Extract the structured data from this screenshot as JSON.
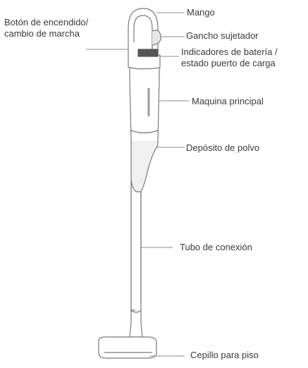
{
  "diagram": {
    "labels": {
      "power_button": [
        "Botón de encendido/",
        "cambio de marcha"
      ],
      "handle": "Mango",
      "hook": "Gancho sujetador",
      "battery_indicator": [
        "Indicadores de batería /",
        "estado puerto de carga"
      ],
      "main_unit": "Maquina principal",
      "dust_container": "Depósito de polvo",
      "tube": "Tubo de conexión",
      "floor_brush": "Cepillo para piso"
    },
    "colors": {
      "outline": "#7a7a7a",
      "leader_line": "#8c8c8c",
      "text": "#3a3a3a",
      "body_fill": "#ffffff",
      "shade_fill": "#e6e6e6",
      "dark_fill": "#555555"
    }
  }
}
